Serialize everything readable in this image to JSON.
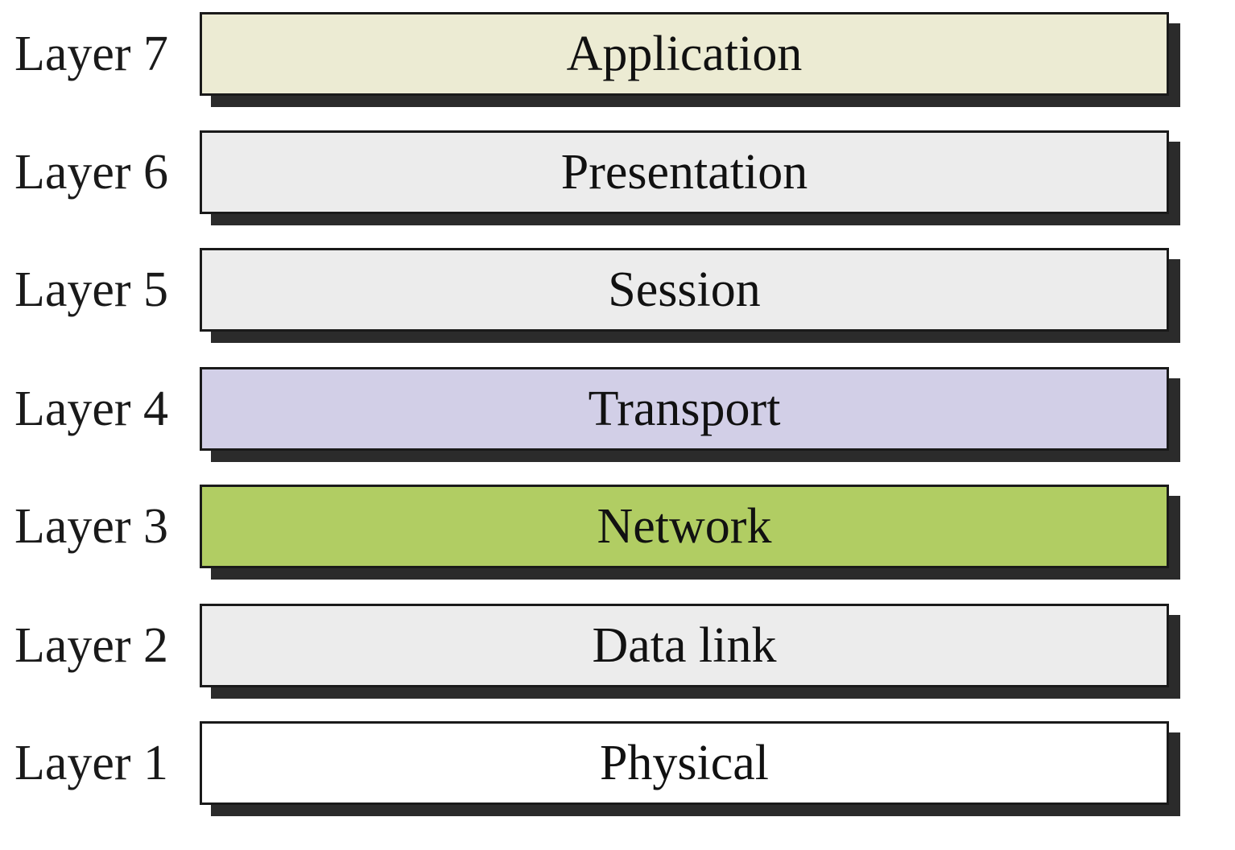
{
  "layers": [
    {
      "number_label": "Layer 7",
      "name": "Application",
      "fill": "#ecebd3"
    },
    {
      "number_label": "Layer 6",
      "name": "Presentation",
      "fill": "#ececec"
    },
    {
      "number_label": "Layer 5",
      "name": "Session",
      "fill": "#ececec"
    },
    {
      "number_label": "Layer 4",
      "name": "Transport",
      "fill": "#d2cfe7"
    },
    {
      "number_label": "Layer 3",
      "name": "Network",
      "fill": "#b1cd63"
    },
    {
      "number_label": "Layer 2",
      "name": "Data link",
      "fill": "#ececec"
    },
    {
      "number_label": "Layer 1",
      "name": "Physical",
      "fill": "#ffffff"
    }
  ]
}
